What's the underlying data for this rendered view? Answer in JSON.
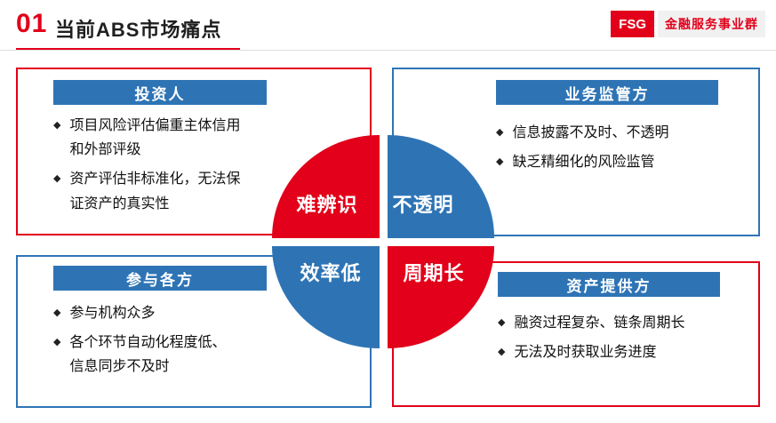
{
  "header": {
    "number": "01",
    "title": "当前ABS市场痛点",
    "badge_fsg": "FSG",
    "badge_dept": "金融服务事业群"
  },
  "colors": {
    "red": "#e2001a",
    "blue": "#2e74b5"
  },
  "bullet_marker": "◆",
  "boxes": {
    "investors": {
      "title": "投资人",
      "bullets": [
        "项目风险评估偏重主体信用和外部评级",
        "资产评估非标准化，无法保证资产的真实性"
      ]
    },
    "regulators": {
      "title": "业务监管方",
      "bullets": [
        "信息披露不及时、不透明",
        "缺乏精细化的风险监管"
      ]
    },
    "participants": {
      "title": "参与各方",
      "bullets": [
        "参与机构众多",
        "各个环节自动化程度低、信息同步不及时"
      ]
    },
    "providers": {
      "title": "资产提供方",
      "bullets": [
        "融资过程复杂、链条周期长",
        "无法及时获取业务进度"
      ]
    }
  },
  "circle": {
    "tl": "难辨识",
    "tr": "不透明",
    "bl": "效率低",
    "br": "周期长"
  }
}
